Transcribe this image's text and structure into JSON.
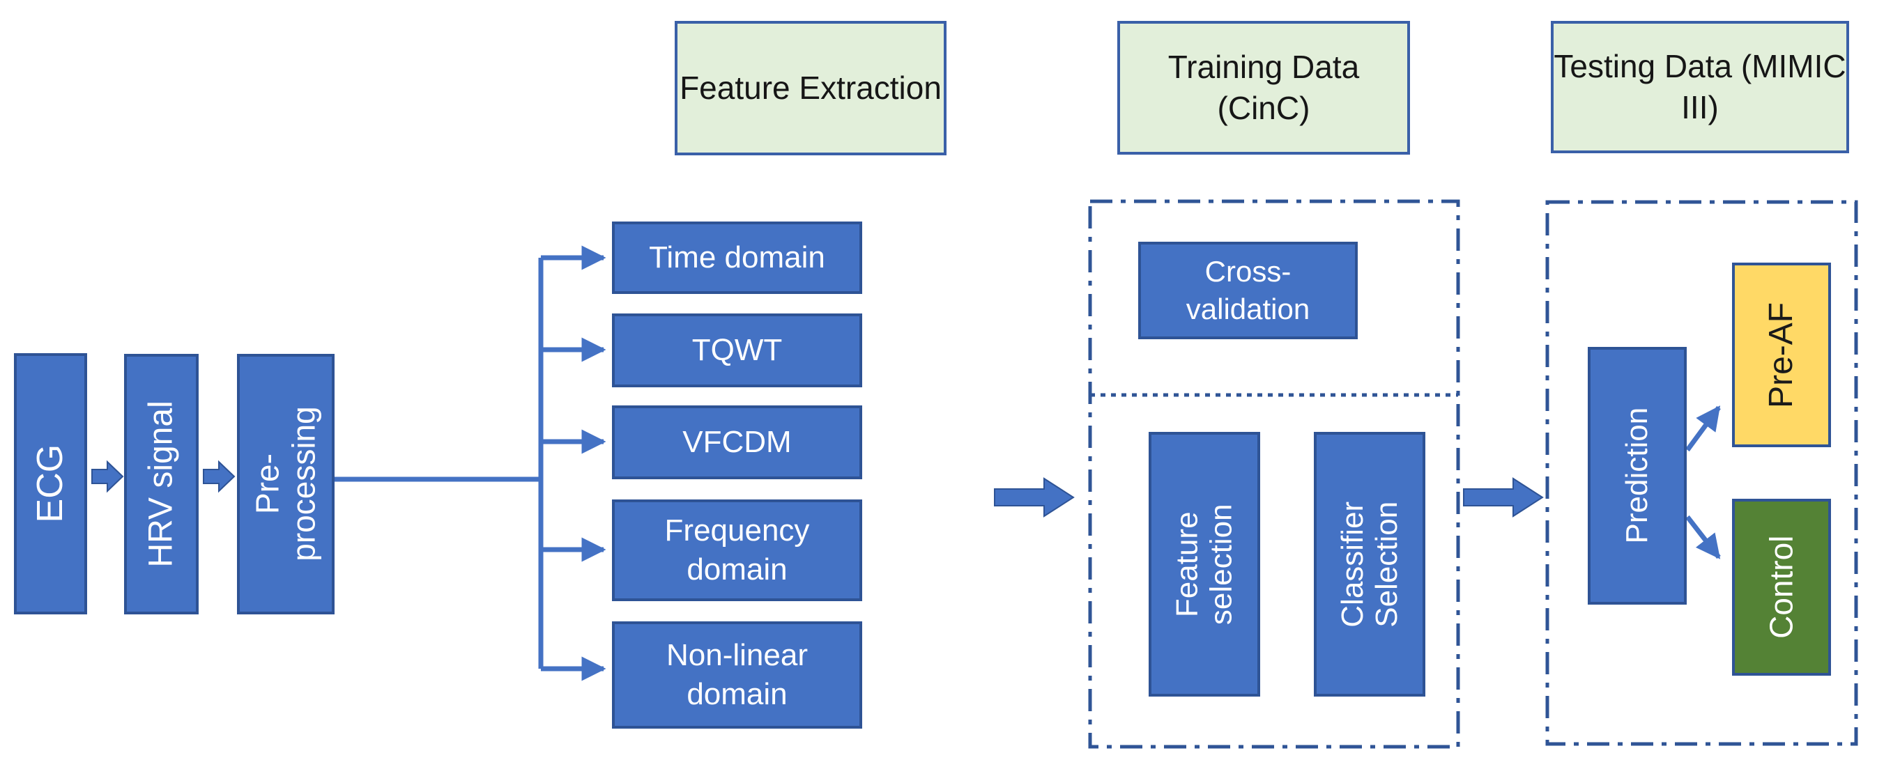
{
  "diagram": {
    "headers": {
      "feature_extraction": {
        "label": "Feature Extraction"
      },
      "training": {
        "label": "Training Data (CinC)"
      },
      "testing": {
        "label": "Testing Data (MIMIC III)"
      }
    },
    "pipeline": {
      "ecg": {
        "lines": [
          "ECG"
        ]
      },
      "hrv": {
        "lines": [
          "HRV signal"
        ]
      },
      "preprocessing": {
        "lines": [
          "Pre-",
          "processing"
        ]
      }
    },
    "features": {
      "time": {
        "lines": [
          "Time domain"
        ]
      },
      "tqwt": {
        "lines": [
          "TQWT"
        ]
      },
      "vfcdm": {
        "lines": [
          "VFCDM"
        ]
      },
      "frequency": {
        "lines": [
          "Frequency",
          "domain"
        ]
      },
      "nonlinear": {
        "lines": [
          "Non-linear",
          "domain"
        ]
      }
    },
    "training_section": {
      "cross_validation": {
        "lines": [
          "Cross-",
          "validation"
        ]
      },
      "feature_selection": {
        "lines": [
          "Feature",
          "selection"
        ]
      },
      "classifier_selection": {
        "lines": [
          "Classifier",
          "Selection"
        ]
      }
    },
    "testing_section": {
      "prediction": {
        "lines": [
          "Prediction"
        ]
      },
      "pre_af": {
        "lines": [
          "Pre-AF"
        ]
      },
      "control": {
        "lines": [
          "Control"
        ]
      }
    },
    "colors": {
      "box_blue": "#4472C4",
      "box_blue_border": "#2E5395",
      "header_fill": "#E2EFDA",
      "header_border": "#3A60A8",
      "pre_af_fill": "#FFD966",
      "control_fill": "#548235",
      "dark_navy_border": "#2F5496",
      "connector": "#4472C4"
    }
  }
}
